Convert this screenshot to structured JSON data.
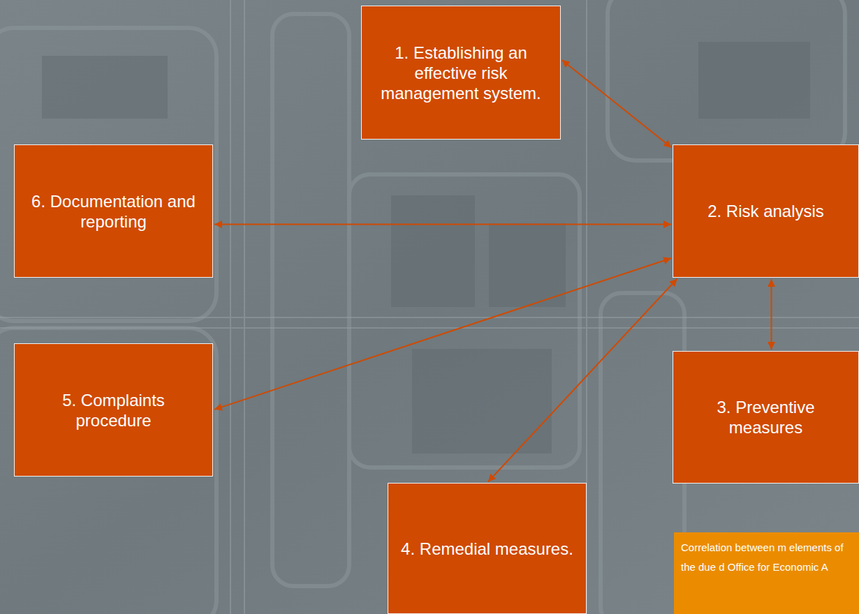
{
  "diagram": {
    "caption": "Correlation between m elements of the due d Office for Economic A",
    "nodes": [
      {
        "text": [
          "1. Establishing an effective risk management system."
        ]
      },
      {
        "text": [
          "2. Risk analysis"
        ]
      },
      {
        "text": [
          "3. Preventive measures"
        ]
      },
      {
        "text": [
          "4. Remedial measures."
        ]
      },
      {
        "text": [
          "5. Complaints procedure"
        ]
      },
      {
        "text": [
          "6. Documentation and reporting"
        ]
      }
    ],
    "edges": [
      {
        "from": 0,
        "to": 1,
        "arrow": "both"
      },
      {
        "from": 5,
        "to": 1,
        "arrow": "both"
      },
      {
        "from": 4,
        "to": 1,
        "arrow": "both"
      },
      {
        "from": 3,
        "to": 1,
        "arrow": "both"
      },
      {
        "from": 1,
        "to": 2,
        "arrow": "both"
      }
    ]
  }
}
